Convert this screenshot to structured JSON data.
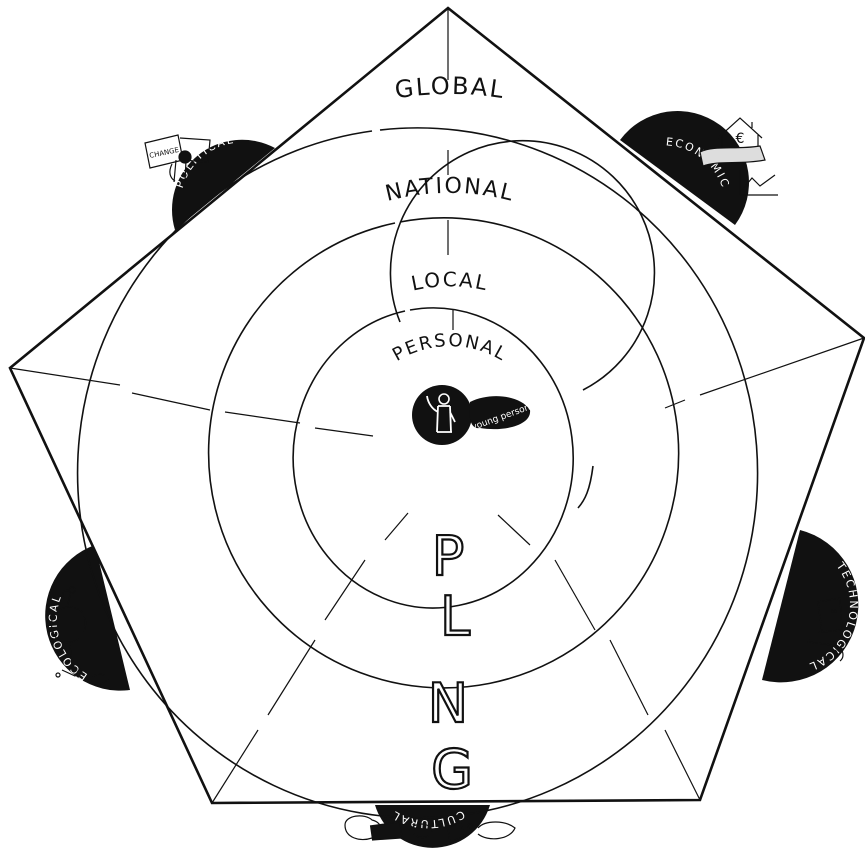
{
  "rings": {
    "global": "GLOBAL",
    "national": "NATIONAL",
    "local": "LOCAL",
    "personal": "PERSONAL"
  },
  "center": {
    "label": "young person"
  },
  "dimensions": {
    "political": "POLITICAL",
    "economic": "ECONOMIC",
    "technological": "TECHNOLOGICAL",
    "cultural": "CULTURAL",
    "ecological": "ECOLOGICAL"
  },
  "acronym": [
    "P",
    "L",
    "N",
    "G"
  ],
  "icons": {
    "political": "protest-sign-icon",
    "economic": "house-money-chart-icon",
    "technological": "laptop-icon",
    "cultural": "speech-bubbles-icon",
    "ecological": "plant-bird-icon"
  },
  "sign_text": "CHANGE",
  "currency_symbol": "€"
}
